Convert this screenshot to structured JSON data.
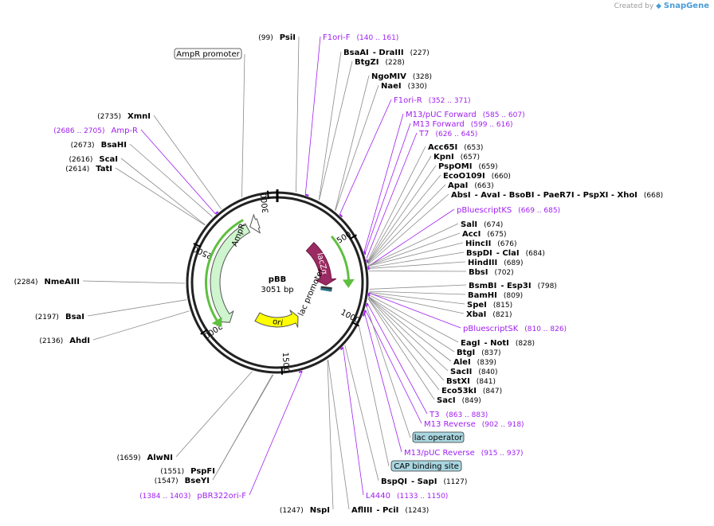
{
  "branding": {
    "created_by": "Created by",
    "product": "SnapGene"
  },
  "plasmid": {
    "name": "pBB",
    "length_label": "3051 bp",
    "length": 3051
  },
  "ticks": [
    {
      "label": "500",
      "bp": 500
    },
    {
      "label": "1000",
      "bp": 1000
    },
    {
      "label": "1500",
      "bp": 1500
    },
    {
      "label": "2000",
      "bp": 2000
    },
    {
      "label": "2500",
      "bp": 2500
    },
    {
      "label": "3000",
      "bp": 3000
    }
  ],
  "features": [
    {
      "label": "AmpR",
      "start": 1949,
      "end": 2809,
      "strand": "reverse",
      "fill": "#cef5ce",
      "stroke": "#555555"
    },
    {
      "label": "ori",
      "start": 1230,
      "end": 1819,
      "strand": "reverse",
      "fill": "#ffff00",
      "stroke": "#555555"
    },
    {
      "label": "lacZα",
      "start": 400,
      "end": 800,
      "strand": "forward",
      "fill": "#9b2a62",
      "stroke": "#6e1a45"
    },
    {
      "label": "lac promoter",
      "start": 810,
      "end": 880,
      "strand": "forward",
      "fill": "#ffffff",
      "stroke": "#666666"
    }
  ],
  "labels": [
    {
      "pos": "(99)",
      "name": "PsiI",
      "color": "#000000"
    },
    {
      "name": "F1ori-F",
      "range": "(140 .. 161)",
      "color": "#a020f0"
    },
    {
      "name": "BsaAI",
      "name2": "- DraIII",
      "pos": "(227)",
      "color": "#000000"
    },
    {
      "name": "BtgZI",
      "pos": "(228)",
      "color": "#000000"
    },
    {
      "name": "NgoMIV",
      "pos": "(328)",
      "color": "#000000"
    },
    {
      "name": "NaeI",
      "pos": "(330)",
      "color": "#000000"
    },
    {
      "name": "F1ori-R",
      "range": "(352 .. 371)",
      "color": "#a020f0"
    },
    {
      "name": "M13/pUC Forward",
      "range": "(585 .. 607)",
      "color": "#a020f0"
    },
    {
      "name": "M13 Forward",
      "range": "(599 .. 616)",
      "color": "#a020f0"
    },
    {
      "name": "T7",
      "range": "(626 .. 645)",
      "color": "#a020f0"
    },
    {
      "name": "Acc65I",
      "pos": "(653)",
      "color": "#000000"
    },
    {
      "name": "KpnI",
      "pos": "(657)",
      "color": "#000000"
    },
    {
      "name": "PspOMI",
      "pos": "(659)",
      "color": "#000000"
    },
    {
      "name": "EcoO109I",
      "pos": "(660)",
      "color": "#000000"
    },
    {
      "name": "ApaI",
      "pos": "(663)",
      "color": "#000000"
    },
    {
      "name": "AbsI",
      "name2": "- AvaI - BsoBI - PaeR7I - PspXI - XhoI",
      "pos": "(668)",
      "color": "#000000"
    },
    {
      "name": "pBluescriptKS",
      "range": "(669 .. 685)",
      "color": "#a020f0"
    },
    {
      "name": "SalI",
      "pos": "(674)",
      "color": "#000000"
    },
    {
      "name": "AccI",
      "pos": "(675)",
      "color": "#000000"
    },
    {
      "name": "HincII",
      "pos": "(676)",
      "color": "#000000"
    },
    {
      "name": "BspDI",
      "name2": "- ClaI",
      "pos": "(684)",
      "color": "#000000"
    },
    {
      "name": "HindIII",
      "pos": "(689)",
      "color": "#000000"
    },
    {
      "name": "BbsI",
      "pos": "(702)",
      "color": "#000000"
    },
    {
      "name": "BsmBI",
      "name2": "- Esp3I",
      "pos": "(798)",
      "color": "#000000"
    },
    {
      "name": "BamHI",
      "pos": "(809)",
      "color": "#000000"
    },
    {
      "name": "SpeI",
      "pos": "(815)",
      "color": "#000000"
    },
    {
      "name": "XbaI",
      "pos": "(821)",
      "color": "#000000"
    },
    {
      "name": "pBluescriptSK",
      "range": "(810 .. 826)",
      "color": "#a020f0"
    },
    {
      "name": "EagI",
      "name2": "- NotI",
      "pos": "(828)",
      "color": "#000000"
    },
    {
      "name": "BtgI",
      "pos": "(837)",
      "color": "#000000"
    },
    {
      "name": "AleI",
      "pos": "(839)",
      "color": "#000000"
    },
    {
      "name": "SacII",
      "pos": "(840)",
      "color": "#000000"
    },
    {
      "name": "BstXI",
      "pos": "(841)",
      "color": "#000000"
    },
    {
      "name": "Eco53kI",
      "pos": "(847)",
      "color": "#000000"
    },
    {
      "name": "SacI",
      "pos": "(849)",
      "color": "#000000"
    },
    {
      "name": "T3",
      "range": "(863 .. 883)",
      "color": "#a020f0"
    },
    {
      "name": "M13 Reverse",
      "range": "(902 .. 918)",
      "color": "#a020f0"
    },
    {
      "name": "lac operator",
      "box": true,
      "color": "#000000"
    },
    {
      "name": "M13/pUC Reverse",
      "range": "(915 .. 937)",
      "color": "#a020f0"
    },
    {
      "name": "CAP binding site",
      "box": true,
      "color": "#000000"
    },
    {
      "name": "BspQI",
      "name2": "- SapI",
      "pos": "(1127)",
      "color": "#000000"
    },
    {
      "name": "L4440",
      "range": "(1133 .. 1150)",
      "color": "#a020f0"
    },
    {
      "name": "AflIII",
      "name2": "- PciI",
      "pos": "(1243)",
      "color": "#000000"
    },
    {
      "pos": "(1247)",
      "name": "NspI",
      "color": "#000000"
    },
    {
      "range": "(1384 .. 1403)",
      "name": "pBR322ori-F",
      "color": "#a020f0"
    },
    {
      "pos": "(1547)",
      "name": "BseYI",
      "color": "#000000"
    },
    {
      "pos": "(1551)",
      "name": "PspFI",
      "color": "#000000"
    },
    {
      "pos": "(1659)",
      "name": "AlwNI",
      "color": "#000000"
    },
    {
      "pos": "(2136)",
      "name": "AhdI",
      "color": "#000000"
    },
    {
      "pos": "(2197)",
      "name": "BsaI",
      "color": "#000000"
    },
    {
      "pos": "(2284)",
      "name": "NmeAIII",
      "color": "#000000"
    },
    {
      "pos": "(2614)",
      "name": "TatI",
      "color": "#000000"
    },
    {
      "pos": "(2616)",
      "name": "ScaI",
      "color": "#000000"
    },
    {
      "pos": "(2673)",
      "name": "BsaHI",
      "color": "#000000"
    },
    {
      "range": "(2686 .. 2705)",
      "name": "Amp-R",
      "color": "#a020f0"
    },
    {
      "pos": "(2735)",
      "name": "XmnI",
      "color": "#000000"
    },
    {
      "name": "AmpR promoter",
      "box": true,
      "color": "#000000"
    }
  ]
}
